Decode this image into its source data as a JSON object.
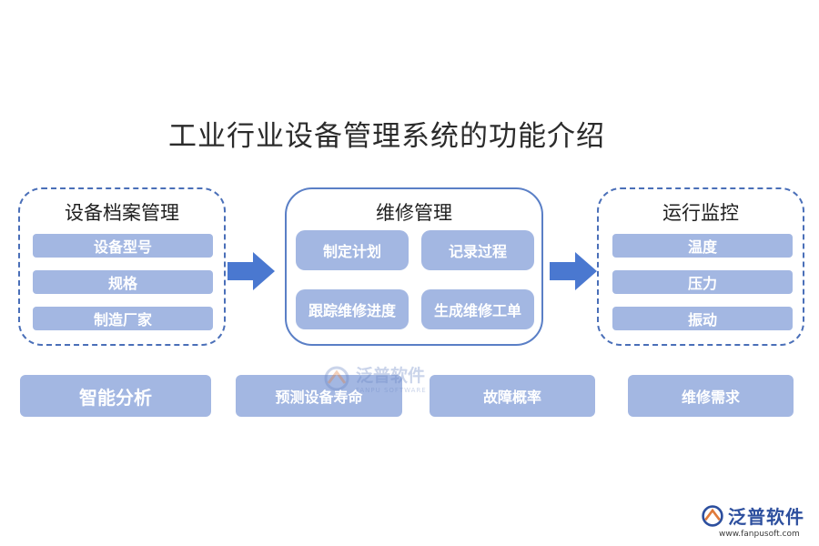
{
  "title": "工业行业设备管理系统的功能介绍",
  "groups": {
    "archive": {
      "title": "设备档案管理",
      "items": [
        "设备型号",
        "规格",
        "制造厂家"
      ]
    },
    "maintenance": {
      "title": "维修管理",
      "items": [
        "制定计划",
        "记录过程",
        "跟踪维修进度",
        "生成维修工单"
      ]
    },
    "monitoring": {
      "title": "运行监控",
      "items": [
        "温度",
        "压力",
        "振动"
      ]
    }
  },
  "bottom": [
    "智能分析",
    "预测设备寿命",
    "故障概率",
    "维修需求"
  ],
  "watermark": {
    "text": "泛普软件",
    "sub": "FANPU SOFTWARE"
  },
  "logo": {
    "text": "泛普软件",
    "url": "www.fanpusoft.com"
  },
  "colors": {
    "pill": "#a3b7e2",
    "border": "#4a6fb8",
    "arrow": "#4a78d0"
  }
}
